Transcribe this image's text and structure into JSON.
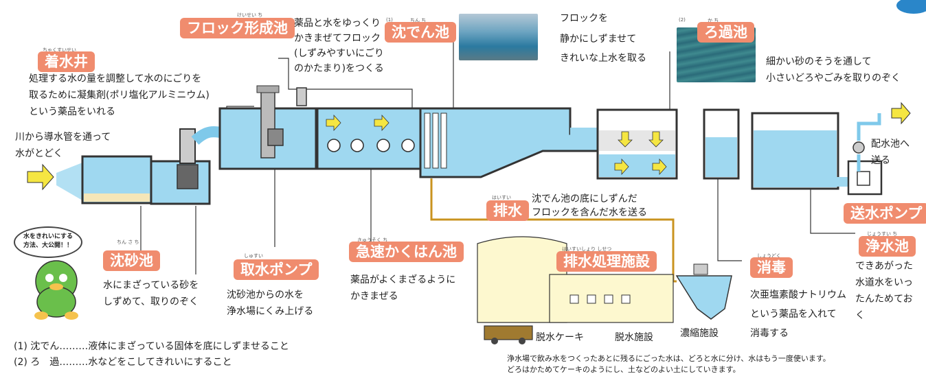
{
  "labels": {
    "chakusui": {
      "title": "着水井",
      "ruby": "ちゃくすいせい"
    },
    "floc": {
      "title": "フロック形成池",
      "ruby": "けいせい ち"
    },
    "chinden": {
      "title": "沈でん池",
      "prefix": "(1)",
      "ruby": "ちん ち"
    },
    "roka": {
      "title": "ろ過池",
      "prefix": "(2)",
      "ruby": "か ち"
    },
    "chinsa": {
      "title": "沈砂池",
      "ruby": "ちん さ ち"
    },
    "shusui": {
      "title": "取水ポンプ",
      "ruby": "しゅすい"
    },
    "kyusoku": {
      "title": "急速かくはん池",
      "ruby": "きゅうそく ち"
    },
    "haisui": {
      "title": "排水",
      "ruby": "はいすい"
    },
    "haisui_shori": {
      "title": "排水処理施設",
      "ruby": "はいすいしょり しせつ"
    },
    "shodoku": {
      "title": "消毒",
      "ruby": "しょうどく"
    },
    "jousui": {
      "title": "浄水池",
      "ruby": "じょうすい ち"
    },
    "sousui": {
      "title": "送水ポンプ"
    }
  },
  "descriptions": {
    "chakusui": [
      "処理する水の量を調整して水のにごりを",
      "取るために凝集剤(ポリ塩化アルミニウム)",
      "という薬品をいれる"
    ],
    "river": [
      "川から導水管を通って",
      "水がとどく"
    ],
    "floc": [
      "薬品と水をゆっくり",
      "かきまぜてフロック",
      "(しずみやすいにごり",
      "のかたまり)をつくる"
    ],
    "chinden": [
      "フロックを",
      "静かにしずませて",
      "きれいな上水を取る"
    ],
    "roka": [
      "細かい砂のそうを通して",
      "小さいどろやごみを取りのぞく"
    ],
    "haiusi": [
      "配水池へ",
      "送る"
    ],
    "haisui": [
      "沈でん池の底にしずんだ",
      "フロックを含んだ水を送る"
    ],
    "chinsa": [
      "水にまざっている砂を",
      "しずめて、取りのぞく"
    ],
    "shusui": [
      "沈砂池からの水を",
      "浄水場にくみ上げる"
    ],
    "kyusoku": [
      "薬品がよくまざるように",
      "かきまぜる"
    ],
    "jousui": [
      "できあがった",
      "水道水をいっ",
      "たんためてお",
      "く"
    ],
    "shodoku": [
      "次亜塩素酸ナトリウム",
      "という薬品を入れて",
      "消毒する"
    ]
  },
  "facilities": {
    "cake": "脱水ケーキ",
    "dassui": "脱水施設",
    "noushuku": "濃縮施設"
  },
  "mascot_bubble": [
    "水をきれいにする",
    "方法、大公開！！"
  ],
  "footnotes": [
    "(1) 沈でん………液体にまざっている固体を底にしずませること",
    "(2) ろ　過………水などをこしてきれいにすること"
  ],
  "bottom_note": [
    "浄水場で飲み水をつくったあとに残るにごった水は、どろと水に分け、水はもう一度使います。",
    "どろはかためてケーキのようにし、土などのよい土にしていきます。"
  ],
  "colors": {
    "water": "#9fd8f0",
    "label": "#f08c6e",
    "pipe_waste": "#c9931f",
    "arrow": "#f5e642",
    "wall": "#333333"
  }
}
